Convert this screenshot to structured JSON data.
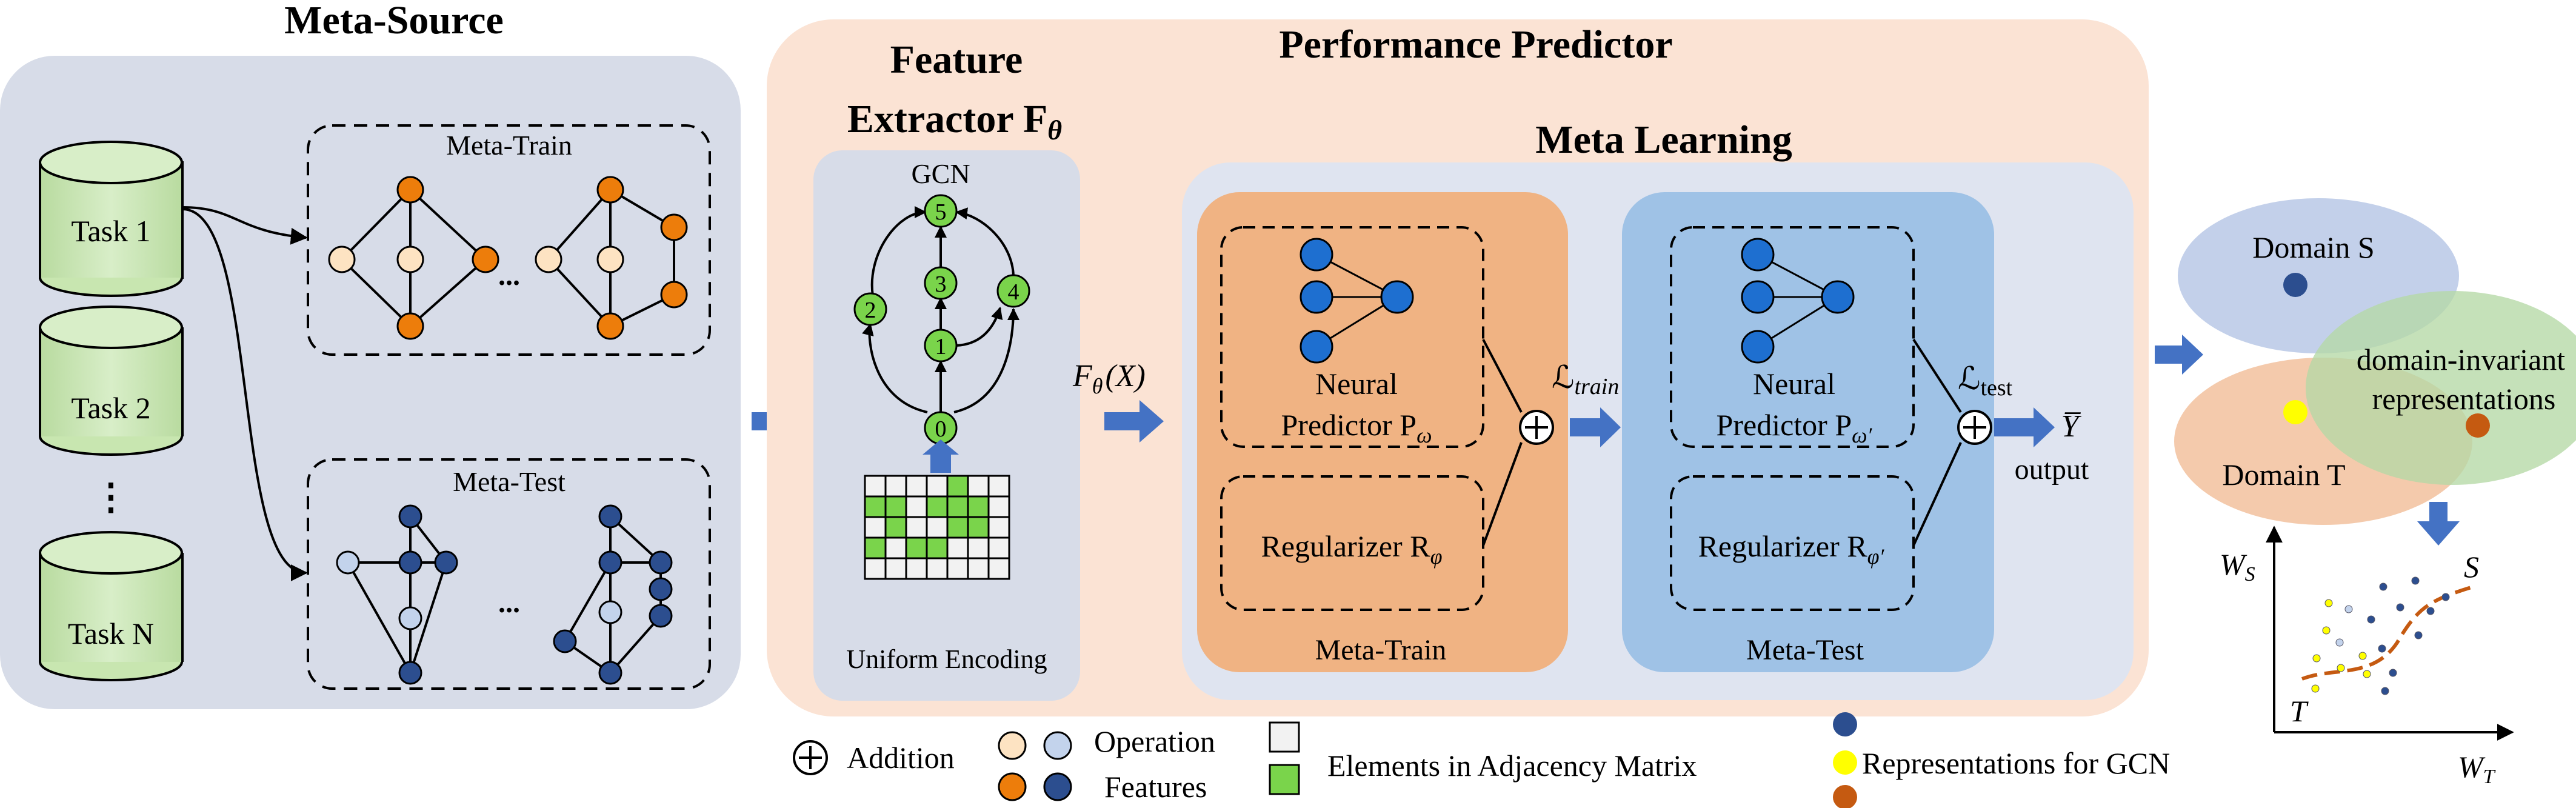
{
  "meta_source": {
    "title": "Meta-Source",
    "tasks": [
      "Task 1",
      "Task 2",
      "Task N"
    ],
    "ellipsis": "⋮",
    "meta_train_label": "Meta-Train",
    "meta_test_label": "Meta-Test",
    "graph_ellipsis": "..."
  },
  "performance_predictor": {
    "title": "Performance Predictor",
    "feature_extractor_title_1": "Feature",
    "feature_extractor_title_2": "Extractor F",
    "theta": "θ",
    "gcn_label": "GCN",
    "gcn_nodes": [
      "0",
      "1",
      "2",
      "3",
      "4",
      "5"
    ],
    "encoding_label": "Uniform Encoding",
    "meta_learning_title": "Meta Learning",
    "neural": "Neural",
    "predictor": "Predictor P",
    "omega": "ω",
    "omega_prime": "ω′",
    "regularizer": "Regularizer R",
    "phi": "φ",
    "phi_prime": "φ′",
    "meta_train_label": "Meta-Train",
    "meta_test_label": "Meta-Test"
  },
  "flow_labels": {
    "x": "X",
    "f_theta_x": "F",
    "f_theta_x_tail": "(X)",
    "loss_symbol": "ℒ",
    "loss_train_sub": "train",
    "loss_test_sub": "test",
    "y_bar": "Y̅",
    "output": "output"
  },
  "domains": {
    "domain_s": "Domain S",
    "domain_t": "Domain T",
    "invariant_line1": "domain-invariant",
    "invariant_line2": "representations",
    "w_s": "W",
    "w_s_sub": "S",
    "w_t": "W",
    "w_t_sub": "T",
    "curve_s": "S",
    "curve_t": "T"
  },
  "legend": {
    "addition": "Addition",
    "operation": "Operation",
    "features": "Features",
    "adjacency": "Elements in Adjacency Matrix",
    "representations": "Representations for GCN"
  },
  "colors": {
    "meta_source_bg": "#d7dce8",
    "predictor_bg": "#fbe3d4",
    "meta_learning_bg": "#dfe4f0",
    "meta_train_box": "#f0b383",
    "meta_test_box": "#9fc2e6",
    "task_green": "#c8e6b0",
    "orange_node": "#ed7d0b",
    "light_orange_node": "#fde3c2",
    "dark_blue_node": "#2c4e8f",
    "light_blue_node": "#c3d3ec",
    "green_node": "#7ad44b",
    "nn_blue": "#1e6fd0",
    "arrow_blue": "#4472c4",
    "domain_s": "#b8c8e6",
    "domain_t": "#f3c4a3",
    "domain_invariant": "#b5d8a5",
    "yellow_dot": "#ffff00",
    "orange_dot": "#c55a11"
  }
}
